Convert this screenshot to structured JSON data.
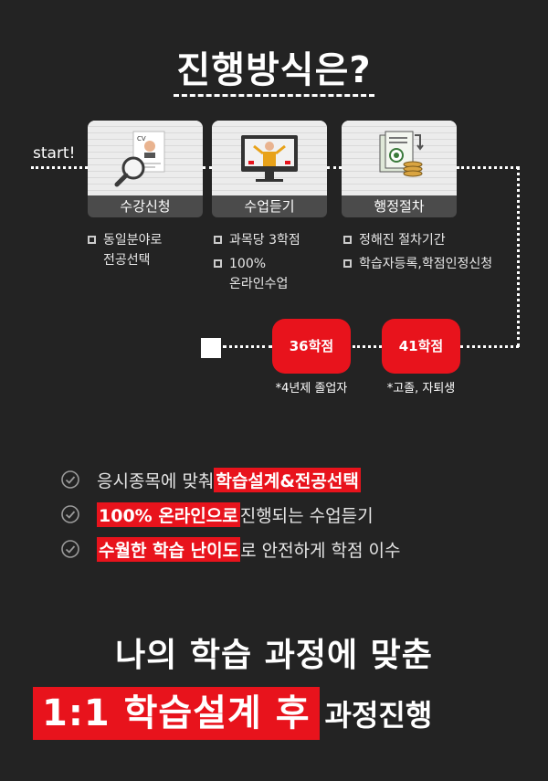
{
  "title": "진행방식은?",
  "start_label": "start!",
  "steps": [
    {
      "label": "수강신청",
      "icon": "cv-magnifier-icon",
      "bullets": [
        "동일분야로\n전공선택"
      ]
    },
    {
      "label": "수업듣기",
      "icon": "online-lecture-icon",
      "bullets": [
        "과목당 3학점",
        "100%\n온라인수업"
      ]
    },
    {
      "label": "행정절차",
      "icon": "documents-coins-icon",
      "bullets": [
        "정해진 절차기간",
        "학습자등록,학점인정신청"
      ]
    }
  ],
  "credits": [
    {
      "value": "36학점",
      "note": "*4년제 졸업자"
    },
    {
      "value": "41학점",
      "note": "*고졸, 자퇴생"
    }
  ],
  "checks": [
    {
      "plain_before": "응시종목에 맞춰 ",
      "highlight": "학습설계&전공선택",
      "plain_after": ""
    },
    {
      "plain_before": "",
      "highlight": "100% 온라인으로",
      "plain_after": " 진행되는 수업듣기"
    },
    {
      "plain_before": "",
      "highlight": "수월한 학습 난이도",
      "plain_after": "로 안전하게 학점 이수"
    }
  ],
  "bottom": {
    "line1": "나의 학습 과정에 맞춘",
    "highlight": "1:1 학습설계 후",
    "suffix": "과정진행"
  },
  "colors": {
    "background": "#232323",
    "accent": "#e8131c",
    "text": "#ffffff"
  }
}
